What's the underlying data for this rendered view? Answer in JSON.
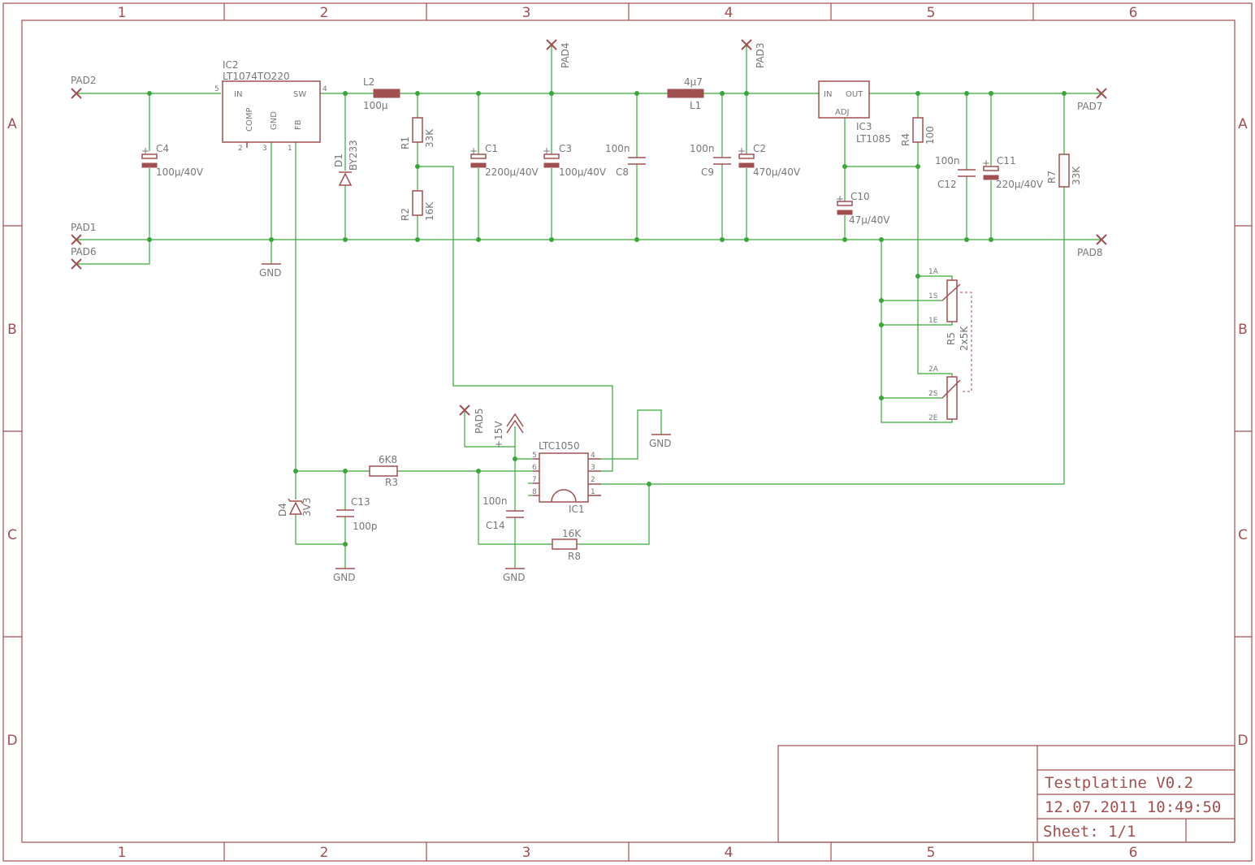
{
  "grid": {
    "columns": [
      "1",
      "2",
      "3",
      "4",
      "5",
      "6"
    ],
    "rows": [
      "A",
      "B",
      "C",
      "D"
    ]
  },
  "title_block": {
    "title": "Testplatine V0.2",
    "date": "12.07.2011 10:49:50",
    "sheet": "Sheet: 1/1"
  },
  "parts": {
    "ic2_name": "IC2",
    "ic2_value": "LT1074TO220",
    "ic2_in": "IN",
    "ic2_sw": "SW",
    "ic2_comp": "COMP",
    "ic2_gnd": "GND",
    "ic2_fb": "FB",
    "ic2_p5": "5",
    "ic2_p4": "4",
    "ic2_p2": "2",
    "ic2_p3": "3",
    "ic2_p1": "1",
    "l2_name": "L2",
    "l2_value": "100µ",
    "l1_value": "4µ7",
    "l1_name": "L1",
    "d1_name": "D1",
    "d1_value": "BY233",
    "r1_name": "R1",
    "r1_value": "33K",
    "r2_name": "R2",
    "r2_value": "16K",
    "c1_name": "C1",
    "c1_value": "2200µ/40V",
    "c3_name": "C3",
    "c3_value": "100µ/40V",
    "c4_name": "C4",
    "c4_value": "100µ/40V",
    "c8_name": "C8",
    "c8_value": "100n",
    "c9_name": "C9",
    "c9_value": "100n",
    "c2_name": "C2",
    "c2_value": "470µ/40V",
    "ic3_name": "IC3",
    "ic3_value": "LT1085",
    "ic3_in": "IN",
    "ic3_out": "OUT",
    "ic3_adj": "ADJ",
    "r4_name": "R4",
    "r4_value": "100",
    "c10_name": "C10",
    "c10_value": "47µ/40V",
    "c12_name": "C12",
    "c12_value": "100n",
    "c11_name": "C11",
    "c11_value": "220µ/40V",
    "r7_name": "R7",
    "r7_value": "33K",
    "r5_name": "R5",
    "r5_value": "2x5K",
    "r5_1a": "1A",
    "r5_1s": "1S",
    "r5_1e": "1E",
    "r5_2a": "2A",
    "r5_2s": "2S",
    "r5_2e": "2E",
    "r3_name": "R3",
    "r3_value": "6K8",
    "d4_name": "D4",
    "d4_value": "3V3",
    "c13_name": "C13",
    "c13_value": "100p",
    "ic1_name": "IC1",
    "ic1_value": "LTC1050",
    "ic1_p5": "5",
    "ic1_p6": "6",
    "ic1_p7": "7",
    "ic1_p8": "8",
    "ic1_p4": "4",
    "ic1_p3": "3",
    "ic1_p2": "2",
    "ic1_p1": "1",
    "c14_name": "C14",
    "c14_value": "100n",
    "r8_name": "R8",
    "r8_value": "16K",
    "supply": "+15V"
  },
  "pads": {
    "pad1": "PAD1",
    "pad2": "PAD2",
    "pad3": "PAD3",
    "pad4": "PAD4",
    "pad5": "PAD5",
    "pad6": "PAD6",
    "pad7": "PAD7",
    "pad8": "PAD8"
  },
  "gnd_label": "GND"
}
